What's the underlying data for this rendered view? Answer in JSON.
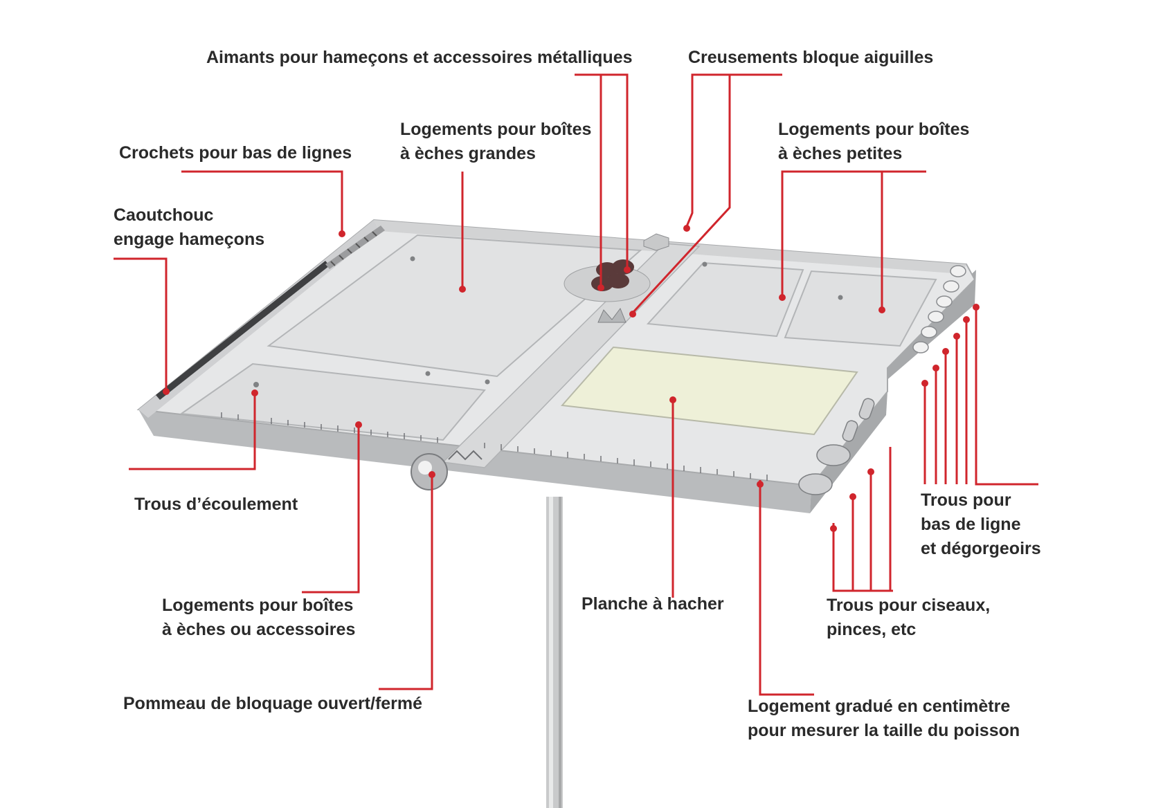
{
  "colors": {
    "accent": "#d0252c",
    "text": "#2a2a2a",
    "tray": "#e4e5e6",
    "cutting_board": "#eef0d8"
  },
  "labels": {
    "aimants": "Aimants pour hameçons et accessoires métalliques",
    "creusements": "Creusements bloque aiguilles",
    "crochets": "Crochets pour bas de lignes",
    "logements_grandes": [
      "Logements pour boîtes",
      "à èches grandes"
    ],
    "logements_petites": [
      "Logements pour boîtes",
      "à èches petites"
    ],
    "caoutchouc": [
      "Caoutchouc",
      "engage hameçons"
    ],
    "trous_ecoulement": "Trous d’écoulement",
    "trous_bas_ligne": [
      "Trous pour",
      "bas de ligne",
      "et dégorgeoirs"
    ],
    "logements_accessoires": [
      "Logements pour boîtes",
      "à èches ou accessoires"
    ],
    "planche": "Planche à hacher",
    "trous_ciseaux": [
      "Trous pour ciseaux,",
      "pinces, etc"
    ],
    "pommeau": "Pommeau de bloquage ouvert/fermé",
    "logement_gradue": [
      "Logement gradué en centimètre",
      "pour mesurer la taille du poisson"
    ]
  }
}
